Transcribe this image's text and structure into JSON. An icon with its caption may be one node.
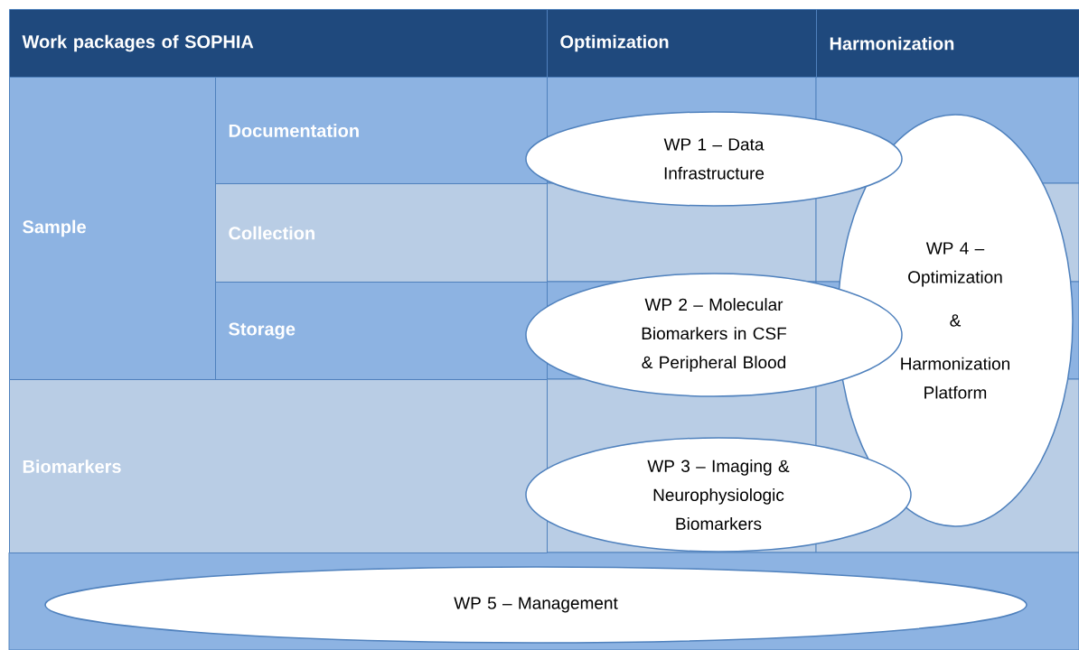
{
  "diagram": {
    "nodes": [
      {
        "text": [
          "Work packages of SOPHIA"
        ]
      },
      {
        "text": [
          "Optimization"
        ]
      },
      {
        "text": [
          "Harmonization"
        ]
      },
      {
        "text": [
          "Sample"
        ]
      },
      {
        "text": [
          "Documentation"
        ]
      },
      {
        "text": [
          "Collection"
        ]
      },
      {
        "text": [
          "Storage"
        ]
      },
      {
        "text": [
          "Biomarkers"
        ]
      },
      {
        "text": [
          "WP 1 – Data Infrastructure"
        ]
      },
      {
        "text": [
          "WP 2 – Molecular Biomarkers in CSF & Peripheral Blood"
        ]
      },
      {
        "text": [
          "WP 3 – Imaging & Neurophysiologic Biomarkers"
        ]
      },
      {
        "text": [
          "WP 4 – Optimization",
          "&",
          "Harmonization Platform"
        ]
      },
      {
        "text": [
          "WP 5 – Management"
        ]
      }
    ]
  }
}
